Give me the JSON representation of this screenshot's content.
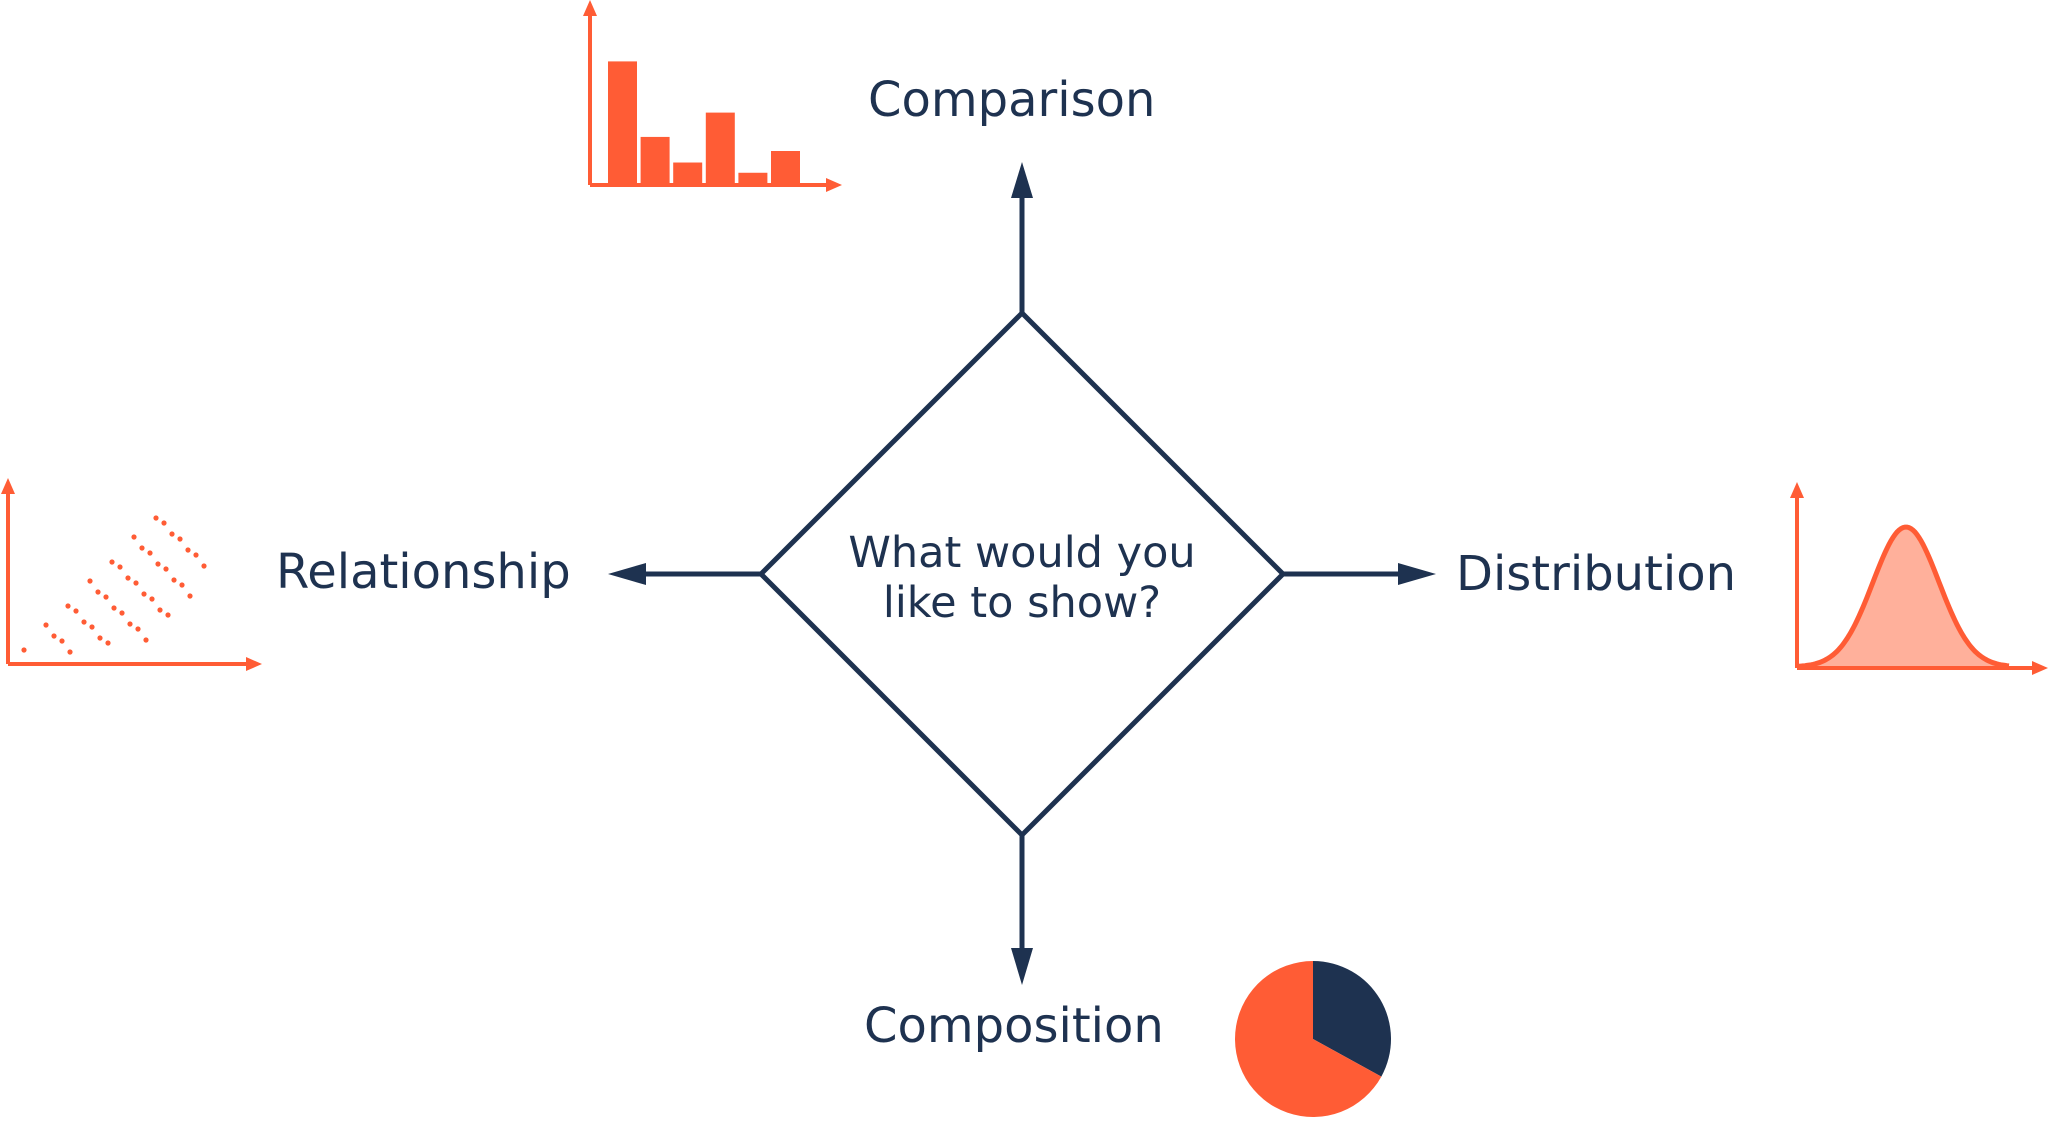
{
  "colors": {
    "navy": "#1e3250",
    "accent": "#ff5c35",
    "accent_light": "#ffb09b"
  },
  "question": {
    "line1": "What would you",
    "line2": "like to show?"
  },
  "options": {
    "top": "Comparison",
    "left": "Relationship",
    "right": "Distribution",
    "bottom": "Composition"
  },
  "icons": {
    "comparison": "bar-chart-icon",
    "relationship": "scatter-plot-icon",
    "distribution": "bell-curve-icon",
    "composition": "pie-chart-icon"
  },
  "bar_icon_values": [
    9.5,
    3.6,
    1.6,
    5.5,
    0.8,
    2.5
  ],
  "pie_icon_fractions": [
    0.33,
    0.67
  ]
}
